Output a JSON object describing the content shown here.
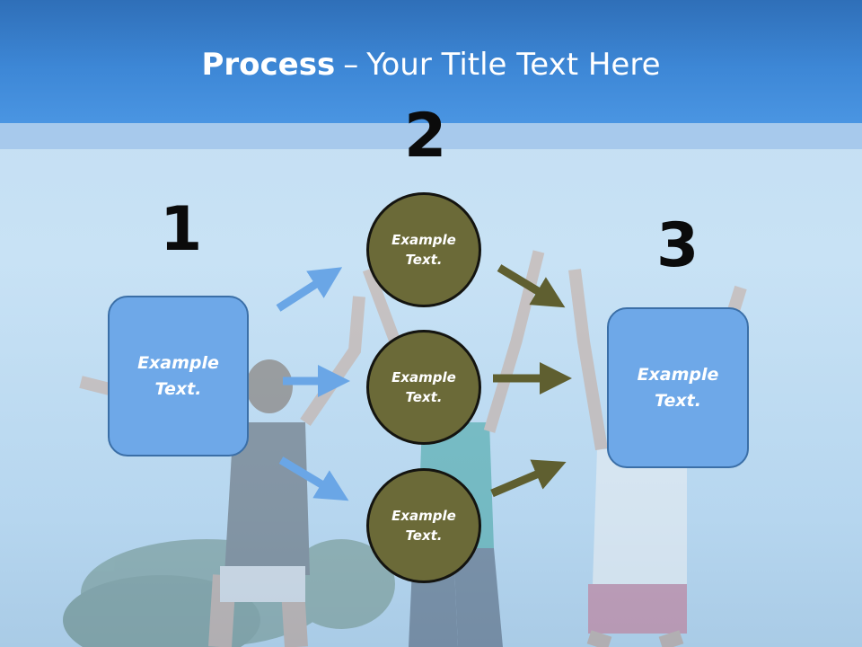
{
  "slide": {
    "title_bold": "Process",
    "title_dash": "–",
    "title_rest": "Your Title Text Here",
    "numbers": [
      "1",
      "2",
      "3"
    ],
    "left_box_text": "Example Text.",
    "right_box_text": "Example Text.",
    "circles": [
      "Example Text.",
      "Example Text.",
      "Example Text."
    ]
  },
  "colors": {
    "header": "#3d87d6",
    "box_fill": "#6ea8e8",
    "circle_fill": "#6b6a38",
    "blue_arrow": "#6aa6e6",
    "olive_arrow": "#5f5f30"
  },
  "icons": {
    "blue_arrows": "right-arrow-icon",
    "olive_arrows": "right-arrow-icon"
  }
}
